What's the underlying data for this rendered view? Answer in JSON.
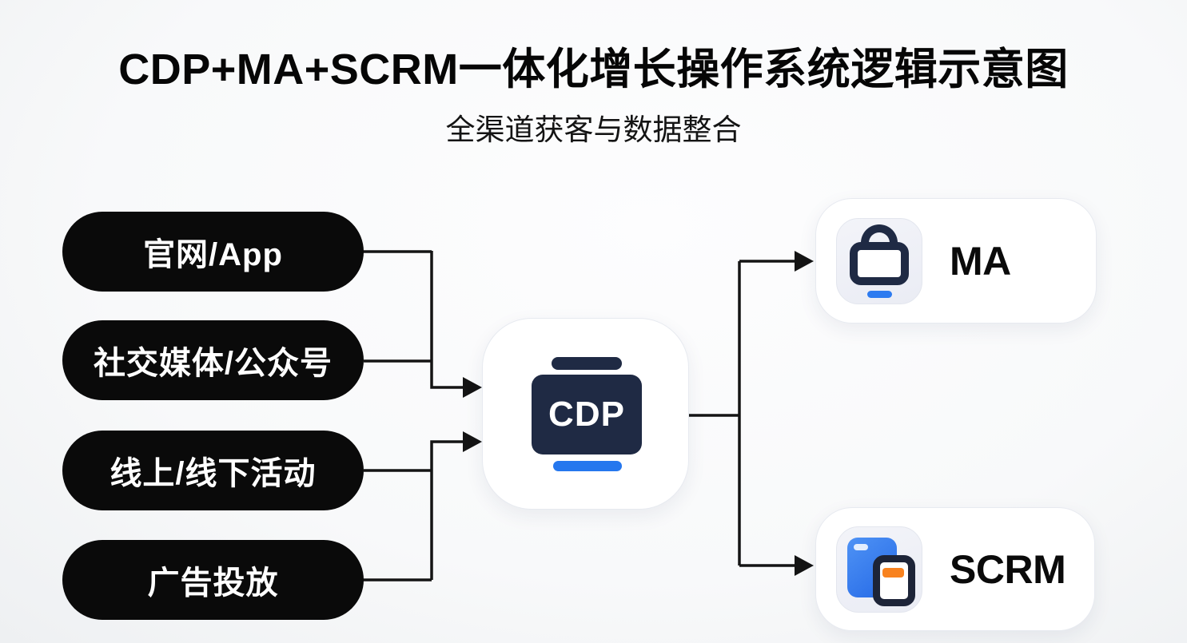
{
  "title": "CDP+MA+SCRM一体化增长操作系统逻辑示意图",
  "subtitle": "全渠道获客与数据整合",
  "sources": [
    {
      "label": "官网/App"
    },
    {
      "label": "社交媒体/公众号"
    },
    {
      "label": "线上/线下活动"
    },
    {
      "label": "广告投放"
    }
  ],
  "hub": {
    "label": "CDP",
    "icon": "cdp-platform-icon"
  },
  "destinations": [
    {
      "label": "MA",
      "icon": "briefcase-icon"
    },
    {
      "label": "SCRM",
      "icon": "devices-icon"
    }
  ],
  "edges": [
    {
      "from": "官网/App",
      "to": "CDP"
    },
    {
      "from": "社交媒体/公众号",
      "to": "CDP"
    },
    {
      "from": "线上/线下活动",
      "to": "CDP"
    },
    {
      "from": "广告投放",
      "to": "CDP"
    },
    {
      "from": "CDP",
      "to": "MA"
    },
    {
      "from": "CDP",
      "to": "SCRM"
    }
  ],
  "colors": {
    "pill_bg": "#0a0a0a",
    "pill_text": "#ffffff",
    "navy": "#1f2a44",
    "blue": "#2577ee",
    "orange": "#f8821f",
    "connector": "#141414",
    "card_bg": "#ffffff",
    "background": "#f8f9fa"
  }
}
